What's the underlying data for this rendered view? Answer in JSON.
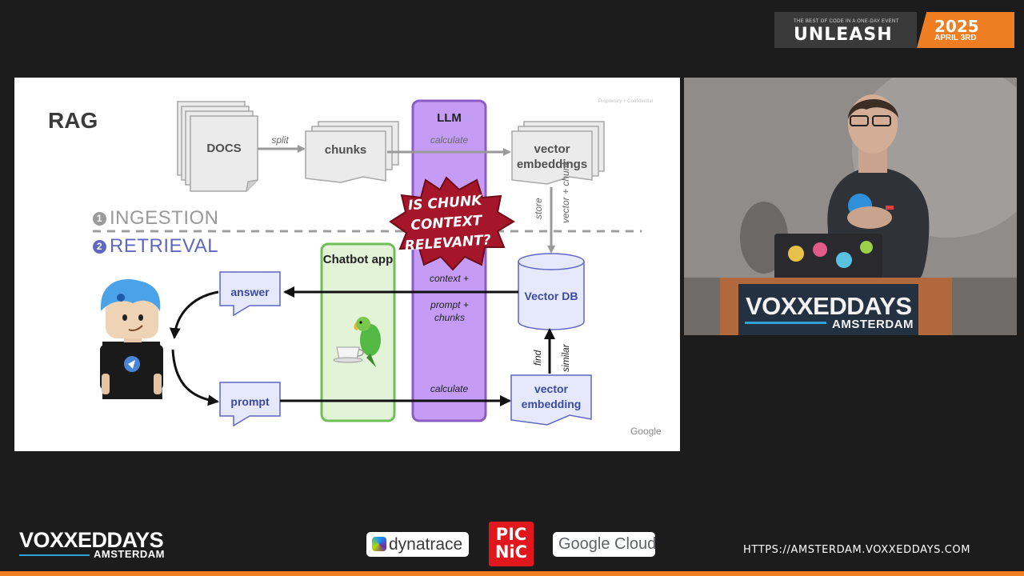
{
  "banner": {
    "tagline": "THE BEST OF CODE IN A ONE-DAY EVENT",
    "title": "UNLEASH",
    "year": "2025",
    "date": "APRIL 3RD"
  },
  "slide": {
    "title": "RAG",
    "note": "Proprietary + Confidential",
    "footer_logo": "Google",
    "sections": {
      "ingestion_num": "1",
      "ingestion": "INGESTION",
      "retrieval_num": "2",
      "retrieval": "RETRIEVAL"
    },
    "nodes": {
      "docs": "DOCS",
      "chunks": "chunks",
      "llm": "LLM",
      "vector_embeddings": "vector embeddings",
      "chatbot_app": "Chatbot app",
      "vector_db": "Vector DB",
      "answer": "answer",
      "prompt": "prompt",
      "vector_embedding": "vector embedding"
    },
    "edges": {
      "split": "split",
      "calculate_top": "calculate",
      "store": "store",
      "vector_chunk": "vector + chunk",
      "context": "context +",
      "prompt_chunks": "prompt + chunks",
      "calculate_bottom": "calculate",
      "find": "find",
      "similar": "similar"
    },
    "callout": "IS CHUNK CONTEXT RELEVANT?",
    "colors": {
      "llm": "#c59cf5",
      "chatbot": "#e3f3d8",
      "blue_node": "#e6e8fb",
      "callout": "#a5162b"
    },
    "icons": [
      "parrot-icon",
      "teacup-icon",
      "user-avatar-icon"
    ]
  },
  "camera": {
    "podium_brand": "VOXXEDDAYS",
    "podium_city": "AMSTERDAM"
  },
  "footer": {
    "brand_left": "VOXXED",
    "brand_right": "DAYS",
    "city": "AMSTERDAM",
    "sponsors": {
      "dynatrace": "dynatrace",
      "picnic_top": "PIC",
      "picnic_bottom": "NiC",
      "google_cloud": "Google Cloud"
    },
    "url": "HTTPS://AMSTERDAM.VOXXEDDAYS.COM"
  }
}
